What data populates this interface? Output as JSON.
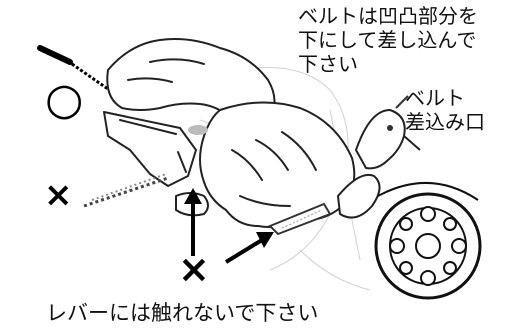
{
  "annotations": {
    "belt_instruction": [
      "ベルトは凹凸部分を",
      "下にして差し込んで",
      "下さい"
    ],
    "belt_slot": [
      "ベルト",
      "差込み口"
    ],
    "lever_note": "レバーには触れないで下さい"
  },
  "marks": {
    "correct": "○",
    "wrong_left": "×",
    "wrong_bottom": "×"
  }
}
